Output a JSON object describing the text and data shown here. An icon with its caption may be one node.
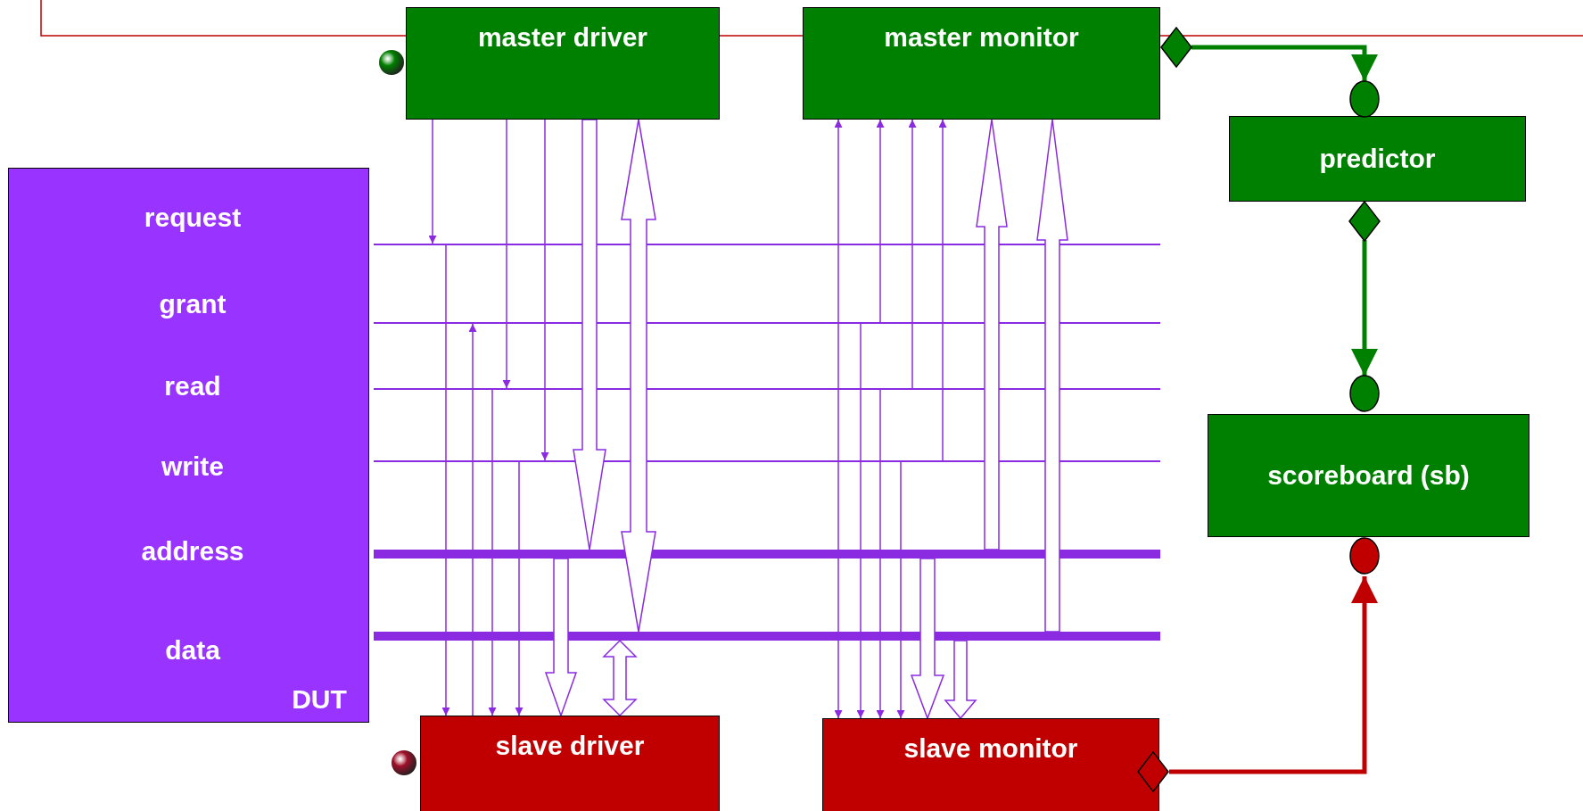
{
  "diagram": {
    "nodes": [
      {
        "text": [
          "master driver"
        ]
      },
      {
        "text": [
          "master monitor"
        ]
      },
      {
        "text": [
          "predictor"
        ]
      },
      {
        "text": [
          "request",
          "grant",
          "read",
          "write",
          "address",
          "data",
          "DUT"
        ]
      },
      {
        "text": [
          "scoreboard (sb)"
        ]
      },
      {
        "text": [
          "slave driver"
        ]
      },
      {
        "text": [
          "slave monitor"
        ]
      },
      {
        "text": [],
        "shape": "bar"
      },
      {
        "text": [],
        "shape": "bar"
      },
      {
        "text": [],
        "shape": "bar"
      },
      {
        "text": [],
        "shape": "bar"
      },
      {
        "text": [],
        "shape": "bar"
      },
      {
        "text": [],
        "shape": "bar"
      }
    ],
    "edges": [
      {
        "from": 0,
        "to": 7,
        "arrow": "to"
      },
      {
        "from": 7,
        "to": 5,
        "arrow": "to"
      },
      {
        "from": 5,
        "to": 8,
        "arrow": "to"
      },
      {
        "from": 0,
        "to": 9,
        "arrow": "to"
      },
      {
        "from": 9,
        "to": 5,
        "arrow": "to"
      },
      {
        "from": 0,
        "to": 10,
        "arrow": "to"
      },
      {
        "from": 10,
        "to": 5,
        "arrow": "to"
      },
      {
        "from": 0,
        "to": 11,
        "arrow": "to",
        "style": "thick"
      },
      {
        "from": 0,
        "to": 12,
        "arrow": "both",
        "style": "thick"
      },
      {
        "from": 11,
        "to": 5,
        "arrow": "to",
        "style": "thick"
      },
      {
        "from": 12,
        "to": 5,
        "arrow": "both",
        "style": "thick"
      },
      {
        "from": 7,
        "to": 1,
        "arrow": "to"
      },
      {
        "from": 8,
        "to": 1,
        "arrow": "to"
      },
      {
        "from": 9,
        "to": 1,
        "arrow": "to"
      },
      {
        "from": 10,
        "to": 1,
        "arrow": "to"
      },
      {
        "from": 11,
        "to": 1,
        "arrow": "to",
        "style": "thick"
      },
      {
        "from": 12,
        "to": 1,
        "arrow": "to",
        "style": "thick"
      },
      {
        "from": 7,
        "to": 6,
        "arrow": "to"
      },
      {
        "from": 8,
        "to": 6,
        "arrow": "to"
      },
      {
        "from": 9,
        "to": 6,
        "arrow": "to"
      },
      {
        "from": 10,
        "to": 6,
        "arrow": "to"
      },
      {
        "from": 11,
        "to": 6,
        "arrow": "to",
        "style": "thick"
      },
      {
        "from": 12,
        "to": 6,
        "arrow": "to",
        "style": "thick"
      },
      {
        "from": 1,
        "to": 2,
        "arrow": "to",
        "style": "thick",
        "color": "#008000"
      },
      {
        "from": 2,
        "to": 4,
        "arrow": "to",
        "style": "thick",
        "color": "#008000"
      },
      {
        "from": 6,
        "to": 4,
        "arrow": "to",
        "style": "thick",
        "color": "#c00000"
      }
    ]
  }
}
